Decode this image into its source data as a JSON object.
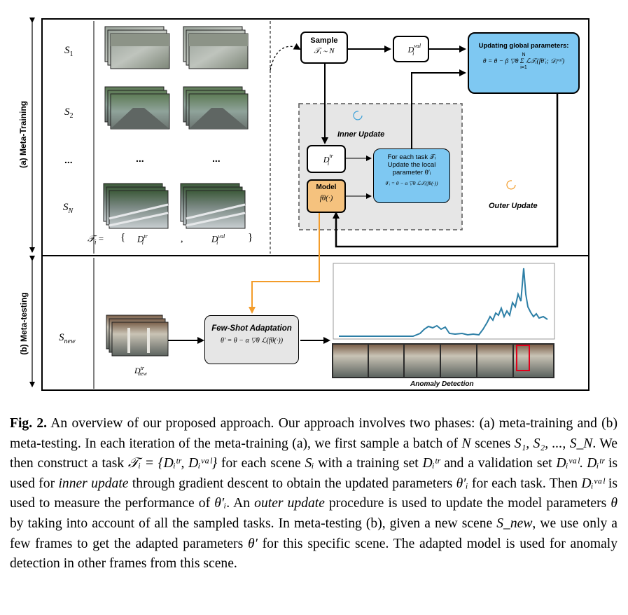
{
  "figure": {
    "phase_a_label": "(a) Meta-Training",
    "phase_b_label": "(b) Meta-testing",
    "scenes": [
      "S",
      "S",
      "...",
      "S"
    ],
    "scene_subscripts": [
      "1",
      "2",
      "",
      "N"
    ],
    "scene_new": "S",
    "scene_new_sub": "new",
    "task_def": {
      "lhs": "𝒯",
      "lhs_sub": "i",
      "eq": "=",
      "open": "{",
      "dtr": "D",
      "dtr_sup": "tr",
      "dtr_sub": "i",
      "comma": ",",
      "dval": "D",
      "dval_sup": "val",
      "dval_sub": "i",
      "close": "}"
    },
    "ellipsis": "...",
    "dnew": {
      "base": "D",
      "sup": "tr",
      "sub": "new"
    },
    "sample_box": {
      "title": "Sample",
      "formula": "𝒯ᵢ ∼ N"
    },
    "dval_box": {
      "base": "D",
      "sup": "val",
      "sub": "i"
    },
    "global_box": {
      "title": "Updating global parameters:",
      "formula": "θ = θ − β ▽θ Σ ℒ𝒯ᵢ(fθ′ᵢ; 𝒟ᵢᵛᵃˡ)",
      "sum_top": "N",
      "sum_bottom": "i=1"
    },
    "inner_update_label": "Inner Update",
    "outer_update_label": "Outer Update",
    "dtr_box": {
      "base": "D",
      "sup": "tr",
      "sub": "i"
    },
    "model_box": {
      "title": "Model",
      "formula": "fθ(·)"
    },
    "task_box": {
      "line1": "For each task 𝒯ᵢ",
      "line2": "Update the local",
      "line3": "parameter θ′ᵢ",
      "formula": "θ′ᵢ = θ − α ▽θ ℒ𝒯ᵢ(fθ(·))"
    },
    "fewshot_box": {
      "title": "Few-Shot Adaptation",
      "formula": "θ′ = θ − α ▽θ ℒ(fθ(·))"
    },
    "anomaly_label": "Anomaly Detection",
    "colors": {
      "blue_box": "#7ec8f2",
      "orange_box": "#f5c27e",
      "gray_panel": "#e6e6e6",
      "orange_arrow": "#f39c2a",
      "curve": "#2d7fa6",
      "highlight": "#e0001b"
    }
  },
  "caption": {
    "fig_label": "Fig. 2.",
    "segments": [
      " An overview of our proposed approach. Our approach involves two phases: (a) meta-training and (b) meta-testing. In each iteration of the meta-training (a), we first sample a batch of ",
      "N",
      " scenes ",
      "S₁, S₂, ..., S_N",
      ". We then construct a task ",
      "𝒯ᵢ = {Dᵢᵗʳ, Dᵢᵛᵃˡ}",
      " for each scene ",
      "Sᵢ",
      " with a training set ",
      "Dᵢᵗʳ",
      " and a validation set ",
      "Dᵢᵛᵃˡ",
      ". ",
      "Dᵢᵗʳ",
      " is used for ",
      "inner update",
      " through gradient descent to obtain the updated parameters ",
      "θ′ᵢ",
      " for each task. Then ",
      "Dᵢᵛᵃˡ",
      " is used to measure the performance of ",
      "θ′ᵢ",
      ". An ",
      "outer update",
      " procedure is used to update the model parameters ",
      "θ",
      " by taking into account of all the sampled tasks. In meta-testing (b), given a new scene ",
      "S_new",
      ", we use only a few frames to get the adapted parameters ",
      "θ′",
      " for this specific scene. The adapted model is used for anomaly detection in other frames from this scene."
    ]
  }
}
